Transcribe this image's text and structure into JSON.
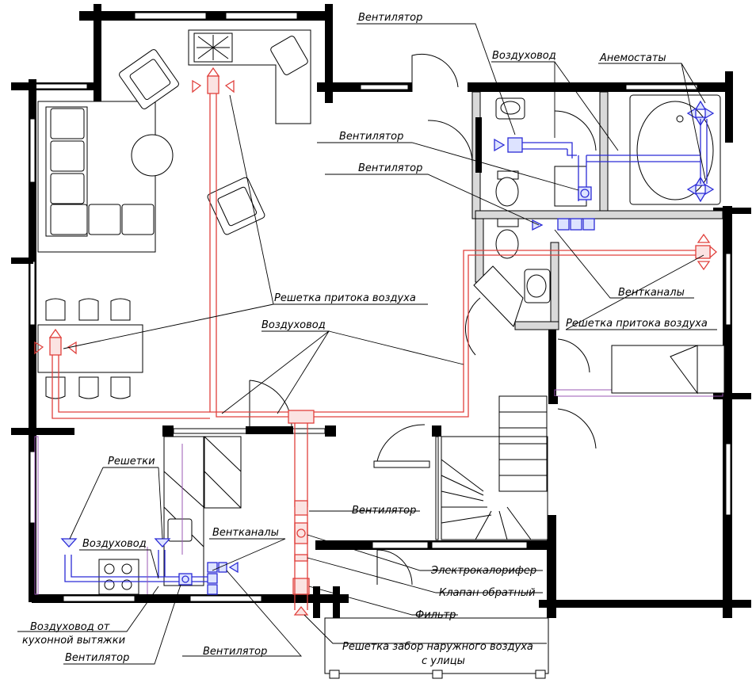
{
  "labels": {
    "fan_top": "Вентилятор",
    "duct_top": "Воздуховод",
    "anemostats": "Анемостаты",
    "fan_mid1": "Вентилятор",
    "fan_mid2": "Вентилятор",
    "vent_channels_right": "Вентканалы",
    "supply_grille_center": "Решетка притока воздуха",
    "supply_grille_right": "Решетка притока воздуха",
    "duct_center": "Воздуховод",
    "grilles": "Решетки",
    "duct_kitchen": "Воздуховод",
    "vent_channels_kitchen": "Вентканалы",
    "fan_supply": "Вентилятор",
    "electric_heater": "Электрокалорифер",
    "check_valve": "Клапан обратный",
    "filter": "Фильтр",
    "outdoor_intake": "Решетка забор наружного воздуха",
    "outdoor_intake_2": "с улицы",
    "kitchen_hood_duct": "Воздуховод от",
    "kitchen_hood_duct_2": "кухонной вытяжки",
    "fan_bottom_left": "Вентилятор",
    "fan_bottom_center": "Вентилятор"
  },
  "colors": {
    "supply": "#e0403c",
    "exhaust": "#2b2bd6",
    "walls": "#000000"
  }
}
